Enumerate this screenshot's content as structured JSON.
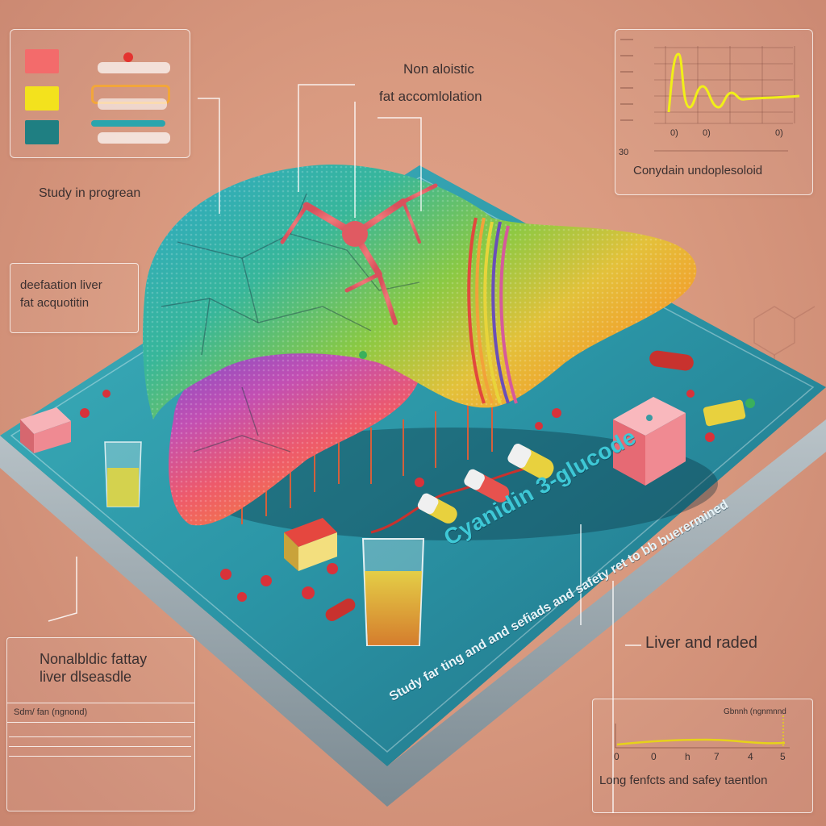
{
  "legend_panel": {
    "swatch_colors": [
      "#f36b6b",
      "#f3e21d",
      "#1f7f82"
    ],
    "caption": "Study in progrean"
  },
  "callouts": {
    "top_center_line1": "Non aloistic",
    "top_center_line2": "fat accomlolation",
    "left_line1": "deefaation liver",
    "left_line2": "fat acquotitin",
    "lower_right": "Liver and raded"
  },
  "chart_panel": {
    "caption": "Conydain undoplesoloid",
    "corner_label": "30",
    "tick_labels": [
      "0)",
      "0)",
      "0)"
    ],
    "line_color": "#f1ef18"
  },
  "nafld_panel": {
    "title_line1": "Nonalbldic fattay",
    "title_line2": "liver dlseasdle",
    "subtitle": "Sdm/ fan (ngnond)"
  },
  "bottom_right_panel": {
    "corner_label": "Gbnnh (ngnmnnd",
    "tick_labels": [
      "0",
      "0",
      "h",
      "7",
      "4",
      "5"
    ],
    "caption": "Long fenfcts and safey taentlon",
    "line_color": "#e6d21a"
  },
  "platform_text": {
    "compound": "Cyanidin 3-glucode",
    "study_line": "Study far ting and and sefiads and safety ret to bb buerermined"
  },
  "palette": {
    "accent_teal": "#2aa5ad",
    "liver_top": "#36b8c8",
    "liver_mid": "#8acb46",
    "liver_orange": "#f29a2e",
    "liver_bottom": "#e8577c"
  }
}
